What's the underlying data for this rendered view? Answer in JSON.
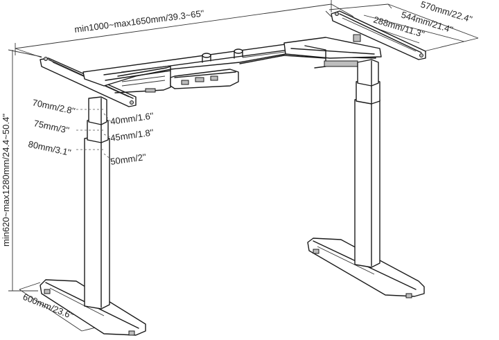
{
  "dimensions": {
    "frame_width": "min1000~max1650mm/39.3~65''",
    "height_range": "min620~max1280mm/24.4~50.4''",
    "foot_length": "600mm/23.6''",
    "bracket_570": "570mm/22.4''",
    "bracket_544": "544mm/21.4''",
    "bracket_288": "288mm/11.3''",
    "tube_outer": "80mm/3.1''",
    "tube_middle": "75mm/3''",
    "tube_inner": "70mm/2.8''",
    "tube_depth_inner": "40mm/1.6''",
    "tube_depth_middle": "45mm/1.8''",
    "tube_depth_outer": "50mm/2''"
  }
}
